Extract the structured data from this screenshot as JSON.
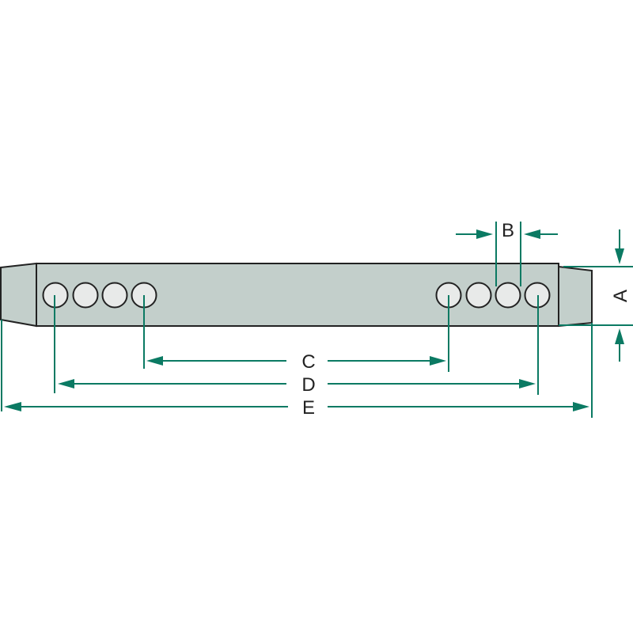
{
  "labels": {
    "A": "A",
    "B": "B",
    "C": "C",
    "D": "D",
    "E": "E"
  },
  "colors": {
    "dimension": "#0b7a63",
    "body": "#c3cfcb",
    "hole": "#e8eae9",
    "outline": "#222222"
  },
  "holes_per_end": 4
}
